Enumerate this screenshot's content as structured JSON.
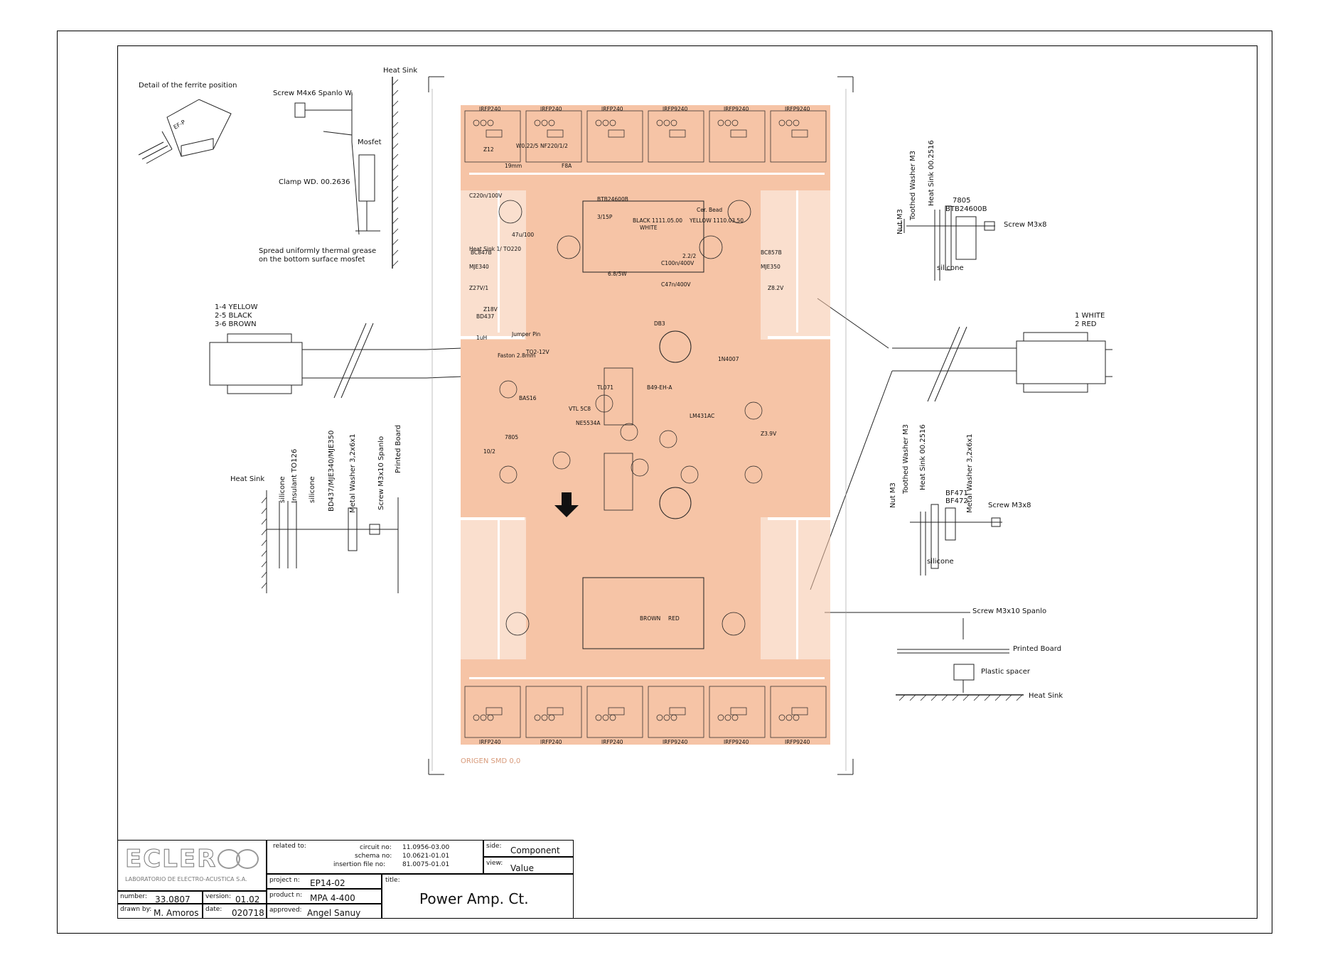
{
  "annotations": {
    "ferrite_detail": "Detail of the ferrite position",
    "ferrite_label": "EF-P",
    "heat_sink_top": "Heat Sink",
    "screw_top": "Screw M4x6 Spanlo W.",
    "mosfet": "Mosfet",
    "clamp": "Clamp WD. 00.2636",
    "grease_line1": "Spread uniformly thermal grease",
    "grease_line2": "on the bottom surface mosfet",
    "wire_left": [
      "1-4 YELLOW",
      "2-5 BLACK",
      "3-6 BROWN"
    ],
    "wire_right": [
      "1 WHITE",
      "2 RED"
    ],
    "right_top_stack": [
      "Nut M3",
      "Toothed Washer M3",
      "Heat Sink 00.2516"
    ],
    "right_top_reg": [
      "7805",
      "BTB24600B"
    ],
    "right_top_screw": "Screw M3x8",
    "right_top_silicone": "silicone",
    "left_bottom_heatsink": "Heat Sink",
    "left_bottom_stack": [
      "silicone",
      "Insulant TO126",
      "silicone",
      "BD437/MJE340/MJE350",
      "Metal Washer 3,2x6x1",
      "Screw M3x10 Spanlo",
      "Printed Board"
    ],
    "right_mid_stack": [
      "Nut M3",
      "Toothed Washer M3",
      "Heat Sink 00.2516"
    ],
    "right_mid_bf": [
      "BF471",
      "BF472"
    ],
    "right_mid_washer": "Metal Washer 3,2x6x1",
    "right_mid_screw": "Screw M3x8",
    "right_mid_silicone": "silicone",
    "spacer_screw": "Screw M3x10 Spanlo",
    "spacer_board": "Printed Board",
    "spacer_spacer": "Plastic spacer",
    "spacer_heatsink": "Heat Sink",
    "origen": "ORIGEN SMD 0,0"
  },
  "board": {
    "fill_color": "#f6c4a6",
    "top_transistors": [
      "IRFP240",
      "IRFP240",
      "IRFP240",
      "IRFP9240",
      "IRFP9240",
      "IRFP9240"
    ],
    "bottom_transistors": [
      "IRFP240",
      "IRFP240",
      "IRFP240",
      "IRFP9240",
      "IRFP9240",
      "IRFP9240"
    ],
    "part_labels": [
      "Z12",
      "W0.22/5",
      "NF220/1/2",
      "C220n/100V",
      "19mm",
      "F8A",
      "3/15P",
      "47u/100",
      "BC847B",
      "BC857B",
      "MJE340",
      "MJE350",
      "Z27V/1",
      "Z8.2V",
      "Z18V",
      "BD437",
      "Jumper Pin",
      "Faston 2.8mm",
      "TO2-12V",
      "BAS16",
      "VTL 5C8",
      "TL071",
      "NE5534A",
      "LM431AC",
      "1N4007",
      "7805",
      "Z3.9V",
      "10/2",
      "1uH",
      "C100n/400V",
      "C47n/400V",
      "6.8/5W",
      "2.2/2",
      "Cer. Bead",
      "BTB24600B",
      "DB3",
      "BLACK 1111.05.00",
      "YELLOW 1110.03.50",
      "WHITE",
      "BROWN",
      "RED",
      "B49-EH-A",
      "Heat Sink 1/ TO220"
    ]
  },
  "title_block": {
    "logo": "ECLER",
    "company": "LABORATORIO DE ELECTRO-ACUSTICA S.A.",
    "related_label": "related to:",
    "circuit_label": "circuit no:",
    "circuit_no": "11.0956-03.00",
    "schema_label": "schema no:",
    "schema_no": "10.0621-01.01",
    "insertion_label": "insertion file no:",
    "insertion_no": "81.0075-01.01",
    "side_label": "side:",
    "side": "Component",
    "view_label": "view:",
    "view": "Value",
    "project_label": "project n:",
    "project": "EP14-02",
    "title_label": "title:",
    "title": "Power Amp. Ct.",
    "product_label": "product n:",
    "product": "MPA 4-400",
    "number_label": "number:",
    "number": "33.0807",
    "version_label": "version:",
    "version": "01.02",
    "drawn_label": "drawn by:",
    "drawn": "M. Amoros",
    "date_label": "date:",
    "date": "020718",
    "approved_label": "approved:",
    "approved": "Angel Sanuy"
  }
}
